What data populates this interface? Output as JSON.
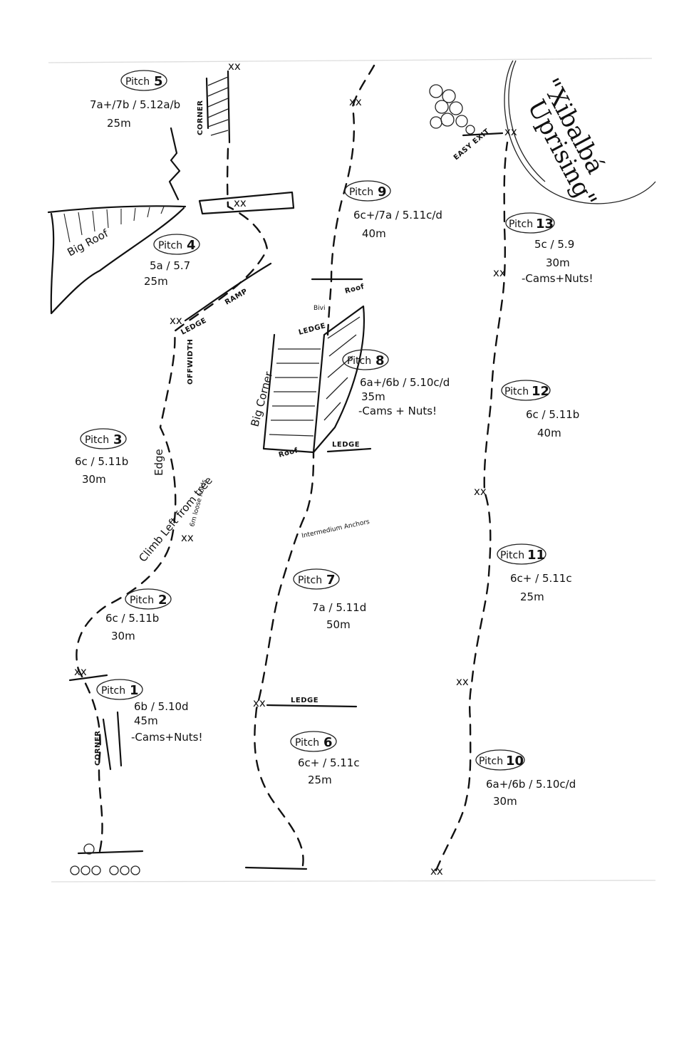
{
  "title": {
    "line1": "\"Xibalbá",
    "line2": "Uprising\""
  },
  "pitches": [
    {
      "id": "1",
      "label": "Pitch",
      "num": "1",
      "grade": "6b / 5.10d",
      "length": "45m",
      "note": "-Cams+Nuts!"
    },
    {
      "id": "2",
      "label": "Pitch",
      "num": "2",
      "grade": "6c / 5.11b",
      "length": "30m",
      "note": ""
    },
    {
      "id": "3",
      "label": "Pitch",
      "num": "3",
      "grade": "6c / 5.11b",
      "length": "30m",
      "note": ""
    },
    {
      "id": "4",
      "label": "Pitch",
      "num": "4",
      "grade": "5a / 5.7",
      "length": "25m",
      "note": ""
    },
    {
      "id": "5",
      "label": "Pitch",
      "num": "5",
      "grade": "7a+/7b / 5.12a/b",
      "length": "25m",
      "note": ""
    },
    {
      "id": "6",
      "label": "Pitch",
      "num": "6",
      "grade": "6c+ / 5.11c",
      "length": "25m",
      "note": ""
    },
    {
      "id": "7",
      "label": "Pitch",
      "num": "7",
      "grade": "7a / 5.11d",
      "length": "50m",
      "note": ""
    },
    {
      "id": "8",
      "label": "Pitch",
      "num": "8",
      "grade": "6a+/6b / 5.10c/d",
      "length": "35m",
      "note": "-Cams + Nuts!"
    },
    {
      "id": "9",
      "label": "Pitch",
      "num": "9",
      "grade": "6c+/7a / 5.11c/d",
      "length": "40m",
      "note": ""
    },
    {
      "id": "10",
      "label": "Pitch",
      "num": "10",
      "grade": "6a+/6b / 5.10c/d",
      "length": "30m",
      "note": ""
    },
    {
      "id": "11",
      "label": "Pitch",
      "num": "11",
      "grade": "6c+ / 5.11c",
      "length": "25m",
      "note": ""
    },
    {
      "id": "12",
      "label": "Pitch",
      "num": "12",
      "grade": "6c / 5.11b",
      "length": "40m",
      "note": ""
    },
    {
      "id": "13",
      "label": "Pitch",
      "num": "13",
      "grade": "5c / 5.9",
      "length": "30m",
      "note": "-Cams+Nuts!"
    }
  ],
  "features": {
    "big_roof": "Big Roof",
    "corner_top": "CORNER",
    "corner_bottom": "CORNER",
    "ramp": "RAMP",
    "ledge_p4": "LEDGE",
    "offwidth": "OFFWIDTH",
    "edge": "Edge",
    "loose_holds": "6m loose holds",
    "climb_left": "Climb Left from tree",
    "roof_p9": "Roof",
    "bivi": "Bivi",
    "ledge_bivi": "LEDGE",
    "big_corner": "Big Corner",
    "roof_p8": "Roof",
    "ledge_p8": "LEDGE",
    "intermediate": "Intermedium Anchors",
    "ledge_p6": "LEDGE",
    "easy_exit": "EASY EXIT"
  },
  "anchor_mark": "xx"
}
